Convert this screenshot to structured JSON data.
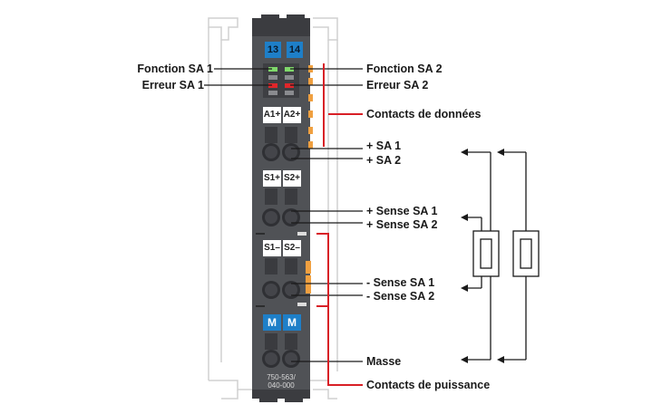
{
  "module": {
    "top_terminals": [
      "13",
      "14"
    ],
    "terminals_row1": [
      "A1+",
      "A2+"
    ],
    "terminals_row2": [
      "S1+",
      "S2+"
    ],
    "terminals_row3": [
      "S1–",
      "S2–"
    ],
    "terminals_row4": [
      "M",
      "M"
    ],
    "model_line1": "750-563/",
    "model_line2": "040-000"
  },
  "labels": {
    "fonction_sa1": "Fonction SA 1",
    "erreur_sa1": "Erreur SA 1",
    "fonction_sa2": "Fonction SA 2",
    "erreur_sa2": "Erreur SA 2",
    "contacts_donnees": "Contacts de données",
    "plus_sa1": "+ SA 1",
    "plus_sa2": "+ SA 2",
    "plus_sense_sa1": "+ Sense SA 1",
    "plus_sense_sa2": "+ Sense SA 2",
    "minus_sense_sa1": "- Sense SA 1",
    "minus_sense_sa2": "- Sense SA 2",
    "masse": "Masse",
    "contacts_puissance": "Contacts de puissance"
  },
  "colors": {
    "module_body": "#505256",
    "terminal_blue": "#1e7fc8",
    "led_green": "#7fd86a",
    "led_red": "#e0262a",
    "contact_orange": "#f0a040",
    "bracket_red": "#d81f26"
  }
}
